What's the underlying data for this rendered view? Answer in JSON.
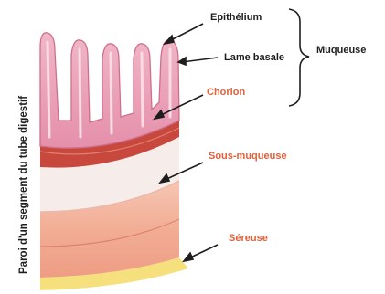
{
  "labels": {
    "epithelium": "Epithélium",
    "basal_lamina": "Lame basale",
    "mucosa": "Muqueuse",
    "chorion": "Chorion",
    "submucosa": "Sous-muqueuse",
    "serosa": "Séreuse",
    "wall_caption": "Paroi d'un segment du tube digestif"
  },
  "colors": {
    "villi_fill": "#ea9fb6",
    "villi_edge": "#cf6f8c",
    "muscularis_mucosae": "#c8483e",
    "submucosa": "#f6ecea",
    "muscle_upper": "#f4b7a2",
    "muscle_lower": "#f0a58e",
    "serosa_band": "#f6e07e",
    "label_accent": "#e2603a",
    "label_dark": "#1e1e1e"
  }
}
